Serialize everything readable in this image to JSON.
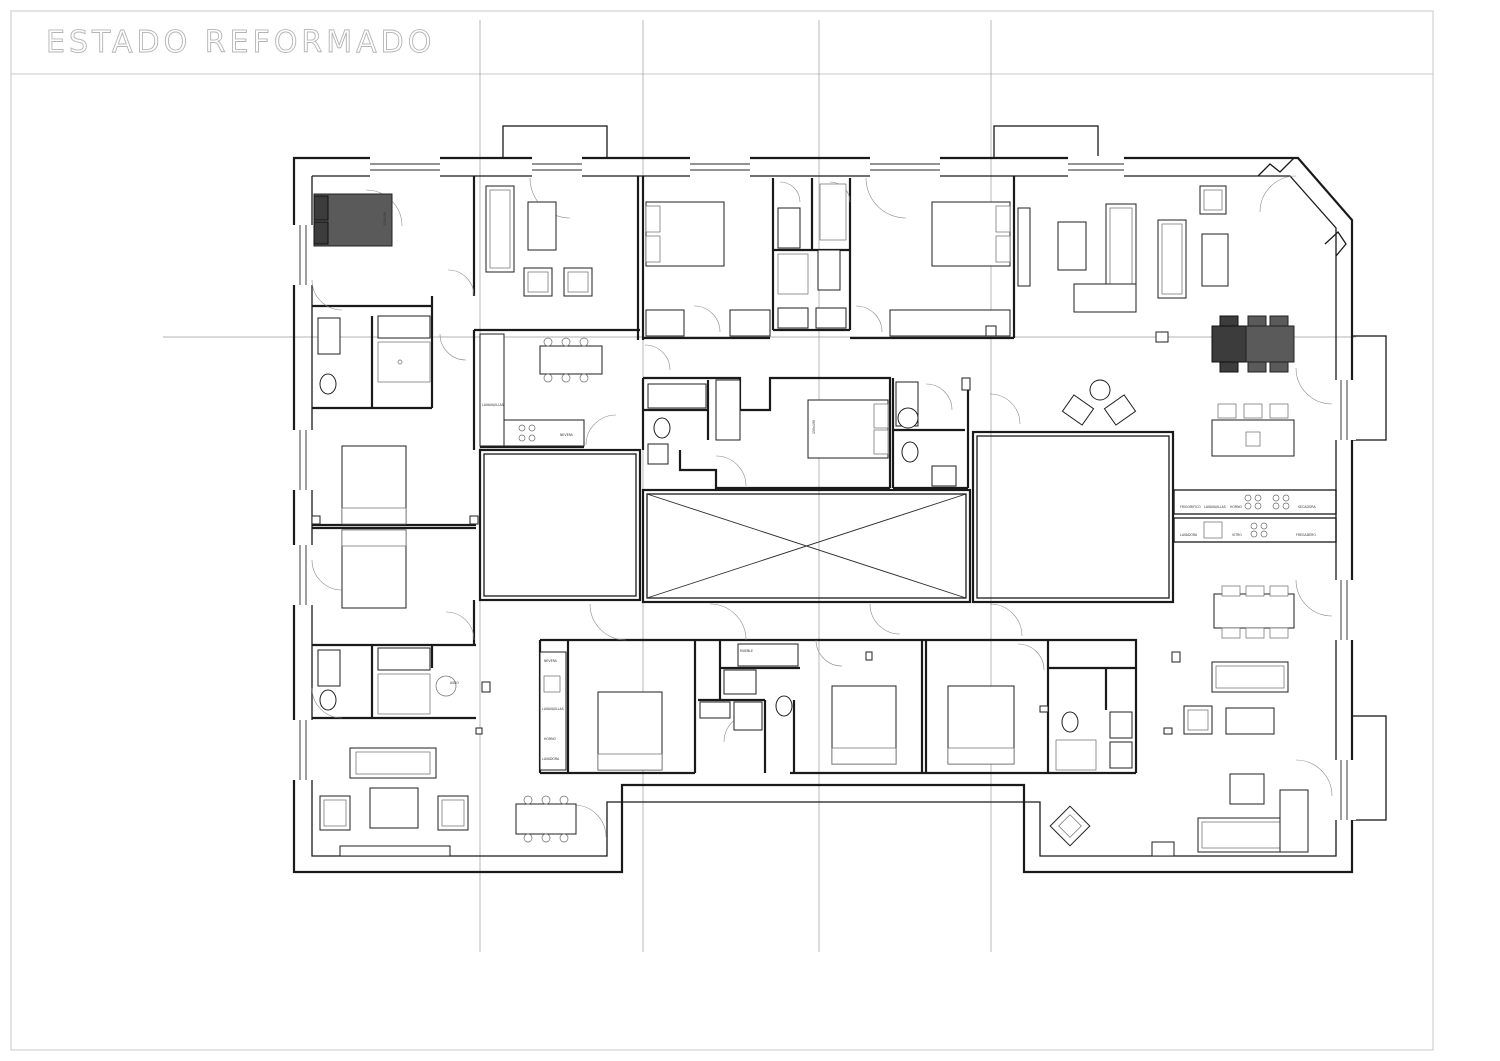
{
  "sheet": {
    "title": "ESTADO REFORMADO"
  },
  "labels": {
    "lavavajillas": "LAVAVAJILLAS",
    "lavadora": "LAVADORA",
    "secadora": "SECADORA",
    "nevera": "NEVERA",
    "horno": "HORNO",
    "frigorifico": "FRIGORIFICO",
    "vitro": "VITRO",
    "fregadero": "FREGADERO",
    "mueble": "MUEBLE",
    "aseo": "ASEO",
    "cama_150": "150x190",
    "cama_135": "135x190"
  },
  "colors": {
    "walls": "#1a1a1a",
    "axes": "#9a9a9a",
    "frame": "#c8c8c8",
    "title": "#b4b4b4",
    "dark_fill": "#5a5a5a",
    "darker_fill": "#3c3c3c"
  }
}
